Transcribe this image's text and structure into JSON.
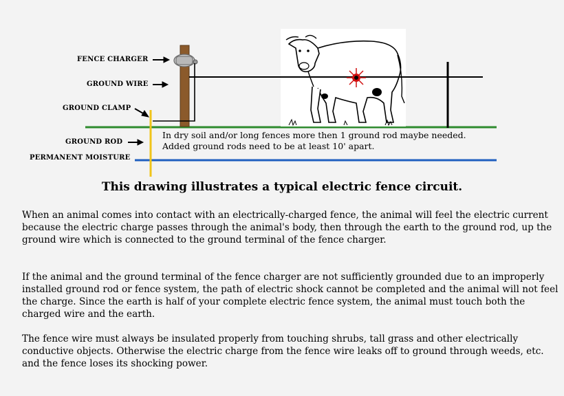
{
  "labels": {
    "fence_charger": "FENCE CHARGER",
    "ground_wire": "GROUND WIRE",
    "ground_clamp": "GROUND CLAMP",
    "ground_rod": "GROUND ROD",
    "permanent_moisture": "PERMANENT MOISTURE"
  },
  "note": {
    "line1": "In dry soil and/or long fences more then 1 ground rod maybe needed.",
    "line2": "Added ground rods need to be at least 10' apart."
  },
  "title": "This drawing illustrates a typical electric fence circuit.",
  "paragraphs": [
    "When an animal comes into contact with an electrically-charged fence, the animal will feel the electric current because the electric charge passes through the animal's body, then through the earth to the ground rod, up the ground wire which is connected to the ground terminal of the fence charger.",
    "If the animal and the ground terminal of the fence charger are not sufficiently grounded due to an improperly installed ground rod or fence system, the path of electric shock cannot be completed and the animal will not feel the charge.  Since the earth is half of your complete electric fence system, the animal must touch both the charged wire and the earth.",
    "The fence wire must always be insulated properly from touching shrubs, tall grass and other electrically conductive objects.  Otherwise the electric charge from the fence wire leaks off to ground through weeds, etc. and the fence loses  its shocking power."
  ],
  "colors": {
    "ground_line": "#2e8b2e",
    "moisture_line": "#1f5fbf",
    "ground_rod": "#f0c419",
    "post": "#8b5a2b",
    "shock": "#d01010"
  },
  "icons": {
    "animal": "cow-icon",
    "shock": "spark-icon"
  }
}
